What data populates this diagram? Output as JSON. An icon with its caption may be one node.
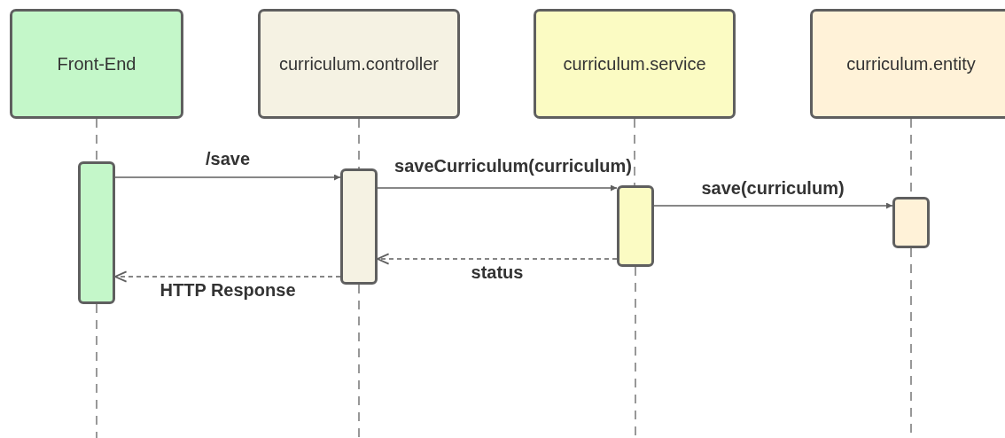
{
  "diagram": {
    "nodes": [
      {
        "text": [
          "Front-End"
        ]
      },
      {
        "text": [
          "curriculum.controller"
        ]
      },
      {
        "text": [
          "curriculum.service"
        ]
      },
      {
        "text": [
          "curriculum.entity"
        ]
      },
      {
        "text": [],
        "shape": "bar"
      },
      {
        "text": [],
        "shape": "bar"
      },
      {
        "text": [],
        "shape": "bar"
      },
      {
        "text": [],
        "shape": "bar"
      }
    ],
    "edges": [
      {
        "from": 0,
        "to": 4,
        "arrow": "none",
        "style": "dashed"
      },
      {
        "from": 1,
        "to": 5,
        "arrow": "none",
        "style": "dashed"
      },
      {
        "from": 2,
        "to": 6,
        "arrow": "none",
        "style": "dashed"
      },
      {
        "from": 3,
        "to": 7,
        "arrow": "none",
        "style": "dashed"
      },
      {
        "from": 4,
        "to": null,
        "arrow": "none",
        "style": "dashed"
      },
      {
        "from": 5,
        "to": null,
        "arrow": "none",
        "style": "dashed"
      },
      {
        "from": 6,
        "to": null,
        "arrow": "none",
        "style": "dashed"
      },
      {
        "from": 7,
        "to": null,
        "arrow": "none",
        "style": "dashed"
      },
      {
        "from": 4,
        "to": 5,
        "arrow": "to",
        "label": "/save"
      },
      {
        "from": 5,
        "to": 6,
        "arrow": "to",
        "label": "saveCurriculum(curriculum)"
      },
      {
        "from": 6,
        "to": 7,
        "arrow": "to",
        "label": "save(curriculum)"
      },
      {
        "from": 6,
        "to": 5,
        "arrow": "to",
        "label": "status",
        "style": "dashed"
      },
      {
        "from": 5,
        "to": 4,
        "arrow": "to",
        "label": "HTTP Response",
        "style": "dashed"
      }
    ]
  }
}
